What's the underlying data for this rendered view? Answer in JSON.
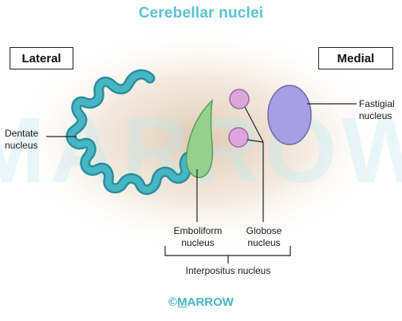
{
  "title": "Cerebellar nuclei",
  "orientation": {
    "left": "Lateral",
    "right": "Medial"
  },
  "nuclei": {
    "dentate": {
      "line1": "Dentate",
      "line2": "nucleus",
      "color": "#3aa8b8"
    },
    "emboliform": {
      "line1": "Emboliform",
      "line2": "nucleus",
      "color": "#8fcf8a"
    },
    "globose": {
      "line1": "Globose",
      "line2": "nucleus",
      "color": "#d7a3d9"
    },
    "fastigial": {
      "line1": "Fastigial",
      "line2": "nucleus",
      "color": "#a99ee0"
    }
  },
  "group_label": "Interpositus nucleus",
  "credit": {
    "symbol": "©",
    "first": "M",
    "rest": "ARROW"
  },
  "watermark": "MARROW",
  "colors": {
    "title": "#5bc3cf",
    "credit": "#4bb3c4",
    "background_glow": "#e8d7c2"
  }
}
